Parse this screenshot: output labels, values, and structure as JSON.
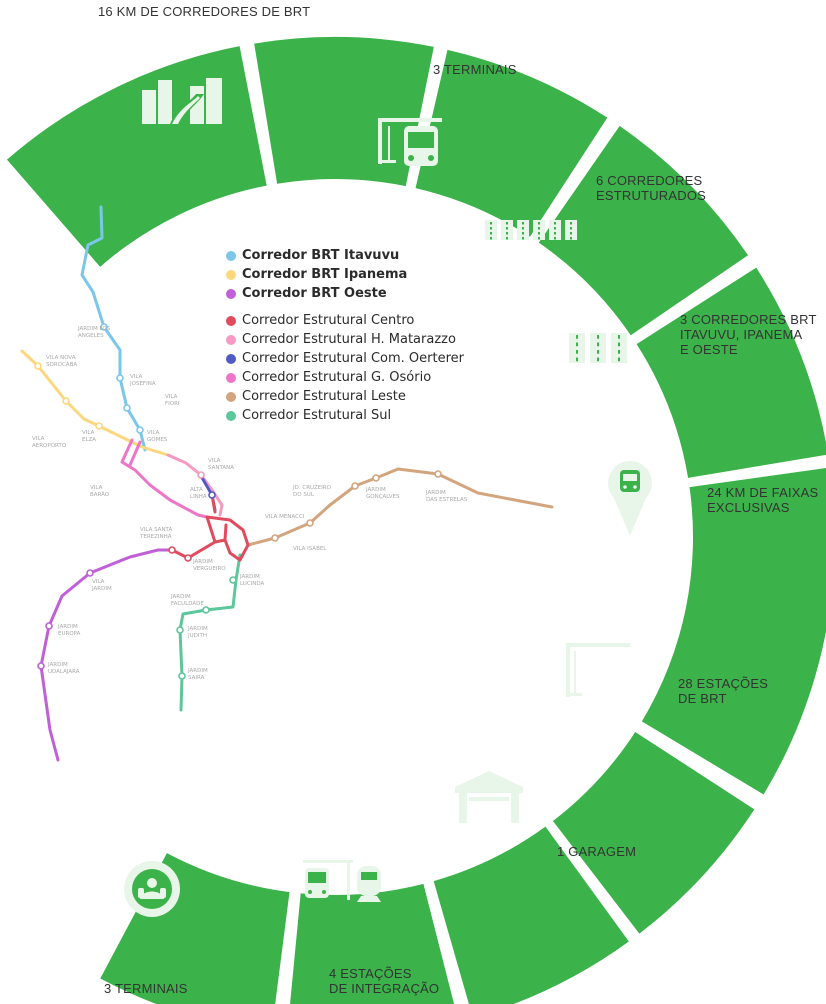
{
  "segments": [
    {
      "id": "corredores-km",
      "lines": [
        "16 KM DE CORREDORES DE BRT"
      ],
      "icon": "city-road-icon"
    },
    {
      "id": "terminais-top",
      "lines": [
        "3 TERMINAIS"
      ],
      "icon": "bus-terminal-icon"
    },
    {
      "id": "corredores-estruturados",
      "lines": [
        "6 CORREDORES",
        "ESTRUTURADOS"
      ],
      "icon": "six-lanes-icon"
    },
    {
      "id": "corredores-brt",
      "lines": [
        "3 CORREDORES BRT",
        "ITAVUVU, IPANEMA",
        "E OESTE"
      ],
      "icon": "three-lanes-icon"
    },
    {
      "id": "faixas",
      "lines": [
        "24 KM DE FAIXAS",
        "EXCLUSIVAS"
      ],
      "icon": "bus-location-pin-icon"
    },
    {
      "id": "estacoes",
      "lines": [
        "28 ESTAÇÕES",
        "DE BRT"
      ],
      "icon": "bus-station-icon"
    },
    {
      "id": "garagem",
      "lines": [
        "1 GARAGEM"
      ],
      "icon": "garage-icon"
    },
    {
      "id": "integracao",
      "lines": [
        "4 ESTAÇÕES",
        "DE INTEGRAÇÃO"
      ],
      "icon": "bus-train-integration-icon"
    },
    {
      "id": "terminais-bottom",
      "lines": [
        "3 TERMINAIS"
      ],
      "icon": "terminal-badge-icon"
    }
  ],
  "legend": [
    {
      "label": "Corredor BRT Itavuvu",
      "color": "#7cc6ea",
      "bold": true
    },
    {
      "label": "Corredor BRT Ipanema",
      "color": "#fbd77e",
      "bold": true
    },
    {
      "label": "Corredor BRT Oeste",
      "color": "#c05fd6",
      "bold": true
    },
    {
      "label": "Corredor Estrutural Centro",
      "color": "#e24a5e",
      "bold": false
    },
    {
      "label": "Corredor Estrutural H. Matarazzo",
      "color": "#f59ac0",
      "bold": false
    },
    {
      "label": "Corredor Estrutural Com. Oerterer",
      "color": "#4f5ac4",
      "bold": false
    },
    {
      "label": "Corredor Estrutural G. Osório",
      "color": "#ee75c7",
      "bold": false
    },
    {
      "label": "Corredor Estrutural Leste",
      "color": "#d2a57e",
      "bold": false
    },
    {
      "label": "Corredor Estrutural Sul",
      "color": "#5cc79a",
      "bold": false
    }
  ],
  "map_labels": [
    {
      "id": "jardim-los-angeles",
      "lines": [
        "JARDIM LOS",
        "ANGELES"
      ]
    },
    {
      "id": "vila-nova-sorocaba",
      "lines": [
        "VILA NOVA",
        "SOROCABA"
      ]
    },
    {
      "id": "vila-josefina",
      "lines": [
        "VILA",
        "JOSEFINA"
      ]
    },
    {
      "id": "vila-fiori",
      "lines": [
        "VILA",
        "FIORI"
      ]
    },
    {
      "id": "vila-gomes",
      "lines": [
        "VILA",
        "GOMES"
      ]
    },
    {
      "id": "vila-aeroporto",
      "lines": [
        "VILA",
        "AEROPORTO"
      ]
    },
    {
      "id": "vila-elza",
      "lines": [
        "VILA",
        "ELZA"
      ]
    },
    {
      "id": "vila-santana",
      "lines": [
        "VILA",
        "SANTANA"
      ]
    },
    {
      "id": "vila-barao",
      "lines": [
        "VILA",
        "BARÃO"
      ]
    },
    {
      "id": "alta-linha",
      "lines": [
        "ALTA",
        "LINHA"
      ]
    },
    {
      "id": "jd-cruzeiro-do-sul",
      "lines": [
        "JD. CRUZEIRO",
        "DO SUL"
      ]
    },
    {
      "id": "jardim-goncalves",
      "lines": [
        "JARDIM",
        "GONÇALVES"
      ]
    },
    {
      "id": "jardim-das-estrelas",
      "lines": [
        "JARDIM",
        "DAS ESTRELAS"
      ]
    },
    {
      "id": "vila-menacci",
      "lines": [
        "VILA MENACCI"
      ]
    },
    {
      "id": "vila-santa-terezinha",
      "lines": [
        "VILA SANTA",
        "TEREZINHA"
      ]
    },
    {
      "id": "vila-isabel",
      "lines": [
        "VILA ISABEL"
      ]
    },
    {
      "id": "jardim-vergueiro",
      "lines": [
        "JARDIM",
        "VERGUEIRO"
      ]
    },
    {
      "id": "vila-jardim",
      "lines": [
        "VILA",
        "JARDIM"
      ]
    },
    {
      "id": "jardim-lucinda",
      "lines": [
        "JARDIM",
        "LUCINDA"
      ]
    },
    {
      "id": "jardim-faculdade",
      "lines": [
        "JARDIM",
        "FACULDADE"
      ]
    },
    {
      "id": "jardim-europa",
      "lines": [
        "JARDIM",
        "EUROPA"
      ]
    },
    {
      "id": "jardim-judith",
      "lines": [
        "JARDIM",
        "JUDITH"
      ]
    },
    {
      "id": "jardim-udalajara",
      "lines": [
        "JARDIM",
        "UDALAJARA"
      ]
    },
    {
      "id": "jardim-saira",
      "lines": [
        "JARDIM",
        "SAIRA"
      ]
    }
  ],
  "colors": {
    "ring": "#3bb34a",
    "icon": "#e8f5e9",
    "label_text": "#333333",
    "map_label": "#a8a8a8"
  }
}
